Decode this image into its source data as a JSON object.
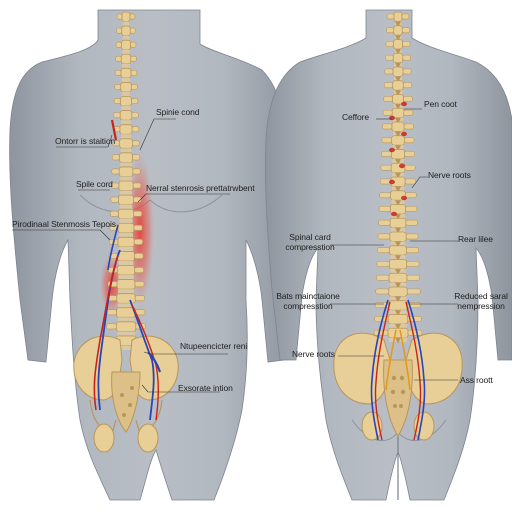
{
  "colors": {
    "body": "#a9afb7",
    "body_shade": "#868d97",
    "bone": "#e7cf97",
    "bone_shade": "#b8965a",
    "disc": "#d9c8a8",
    "inflammation": "#e8342a",
    "nerve_red": "#c8241c",
    "nerve_blue": "#2a45b8",
    "leader": "#333333"
  },
  "front_view": {
    "labels": {
      "spine_cord": "Spinie cond",
      "ontorr": "Ontorr is staition",
      "spile_cord": "Spile cord",
      "nerral": "Nerral stenrosis prettatrwbent",
      "pirodinaal": "Pirodinaal Stenmosis Tepois",
      "ntupeen": "Ntupeencicter reni",
      "exsorate": "Exsorate intion"
    }
  },
  "back_view": {
    "labels": {
      "pen_coot": "Pen coot",
      "cefore": "Ceffore",
      "nerve_roots_upper": "Nerve roots",
      "spinal_card": "Spinal card compresstion",
      "rear_lilee": "Rear lilee",
      "bats": "Bats mainctaione compresstion",
      "reduced": "Reduced saral nempression",
      "nerve_roots_lower": "Nerve roots",
      "ass_root": "Ass roott"
    }
  }
}
